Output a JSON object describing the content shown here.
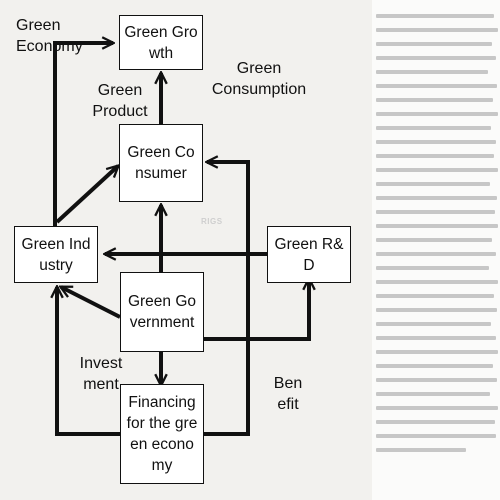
{
  "diagram": {
    "nodes": {
      "green_growth": "Green Growth",
      "green_consumer": "Green Consumer",
      "green_industry": "Green Industry",
      "green_rd": "Green R&D",
      "green_government": "Green Government",
      "financing": "Financing for the green economy"
    },
    "labels": {
      "green_economy": "Green Economy",
      "green_product": "Green Product",
      "green_consumption": "Green Consumption",
      "investment": "Invest ment",
      "benefit": "Ben efit"
    },
    "watermark": "RIGS",
    "line_color": "#111111"
  }
}
